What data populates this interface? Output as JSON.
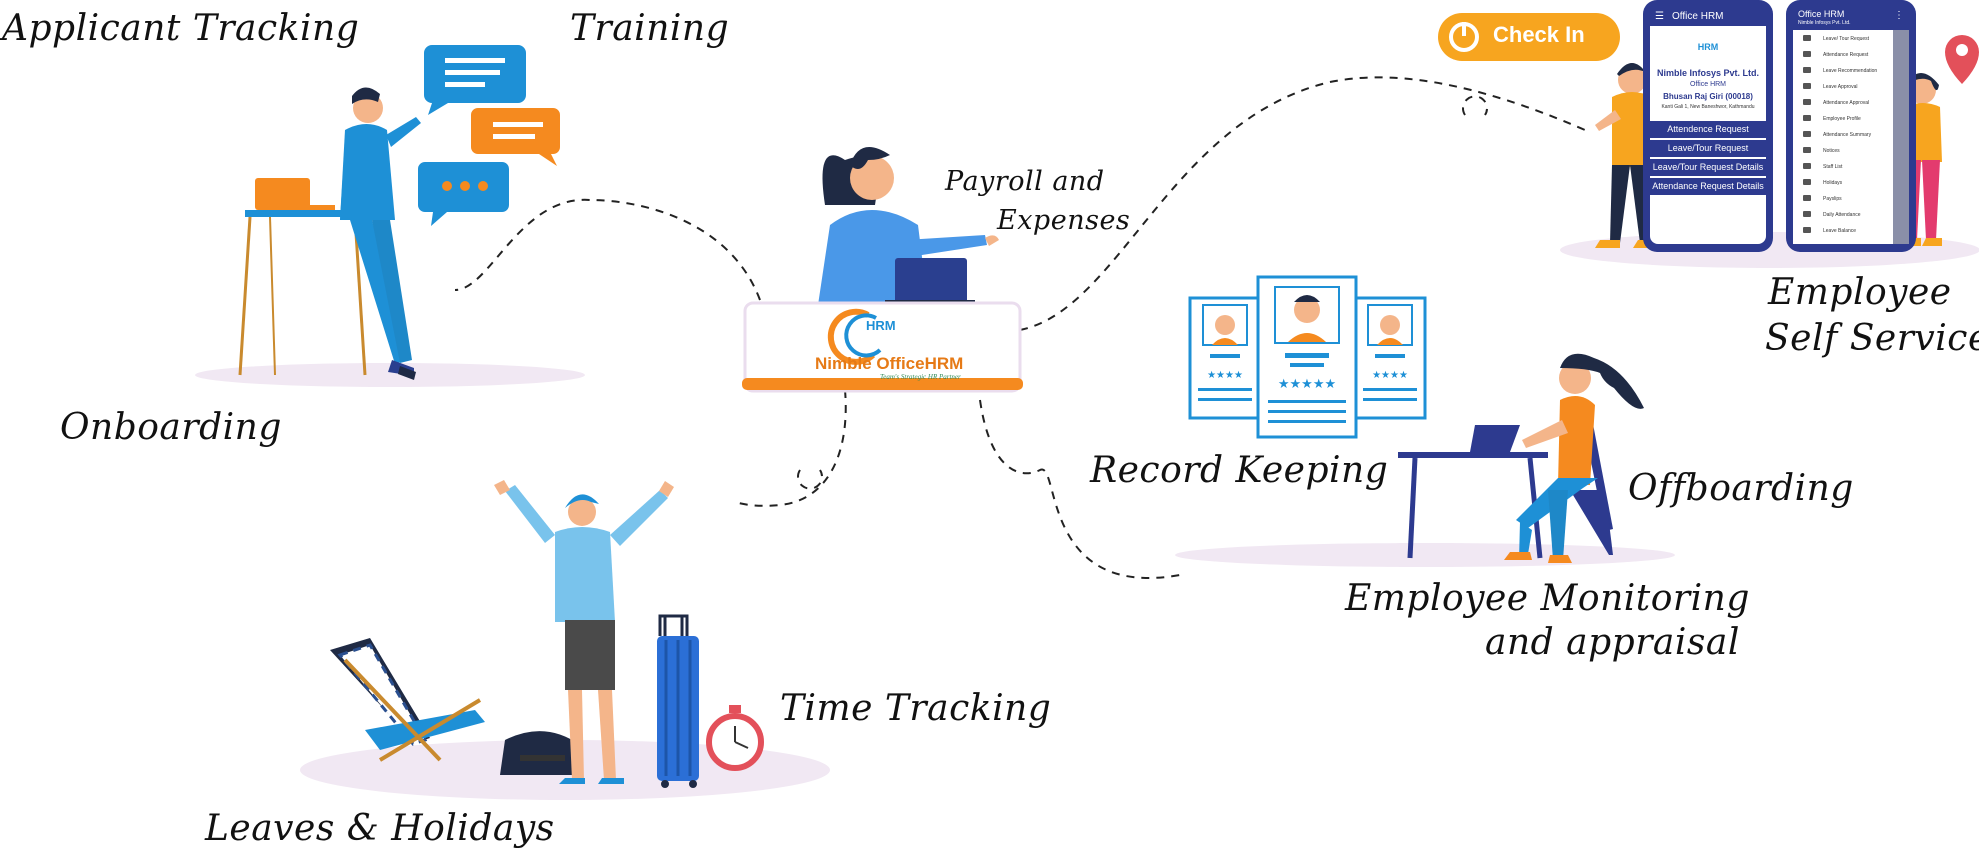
{
  "labels": {
    "applicant_tracking": "Applicant Tracking",
    "training": "Training",
    "onboarding": "Onboarding",
    "payroll_line1": "Payroll and",
    "payroll_line2": "Expenses",
    "employee_ss_line1": "Employee",
    "employee_ss_line2": "Self Service",
    "record_keeping": "Record Keeping",
    "offboarding": "Offboarding",
    "monitoring_line1": "Employee Monitoring",
    "monitoring_line2": "and appraisal",
    "time_tracking": "Time Tracking",
    "leaves": "Leaves & Holidays"
  },
  "logo": {
    "badge": "HRM",
    "name": "Nimble OfficeHRM",
    "tagline": "Team's Strategic HR Partner"
  },
  "checkin": {
    "label": "Check In"
  },
  "phone1": {
    "header": "Office HRM",
    "badge": "HRM",
    "company": "Nimble Infosys Pvt. Ltd.",
    "app": "Office HRM",
    "user": "Bhusan Raj Giri (00018)",
    "address": "Kanti Gali 1, New Baneshwor, Kathmandu",
    "buttons": [
      "Attendence Request",
      "Leave/Tour Request",
      "Leave/Tour Request Details",
      "Attendance Request Details"
    ]
  },
  "phone2": {
    "header": "Office HRM",
    "subheader": "Nimble Infosys Pvt. Ltd.",
    "items": [
      "Leave/ Tour Request",
      "Attendance Request",
      "Leave Recommendation",
      "Leave Approval",
      "Attendance Approval",
      "Employee Profile",
      "Attendance Summary",
      "Notices",
      "Staff List",
      "Holidays",
      "Payslips",
      "Daily Attendance",
      "Leave Balance"
    ]
  },
  "colors": {
    "blue": "#1e90d6",
    "orange": "#f58a1f",
    "navy": "#2d3a8f",
    "dark": "#1f2a44",
    "pink_floor": "#f1e8f3"
  }
}
